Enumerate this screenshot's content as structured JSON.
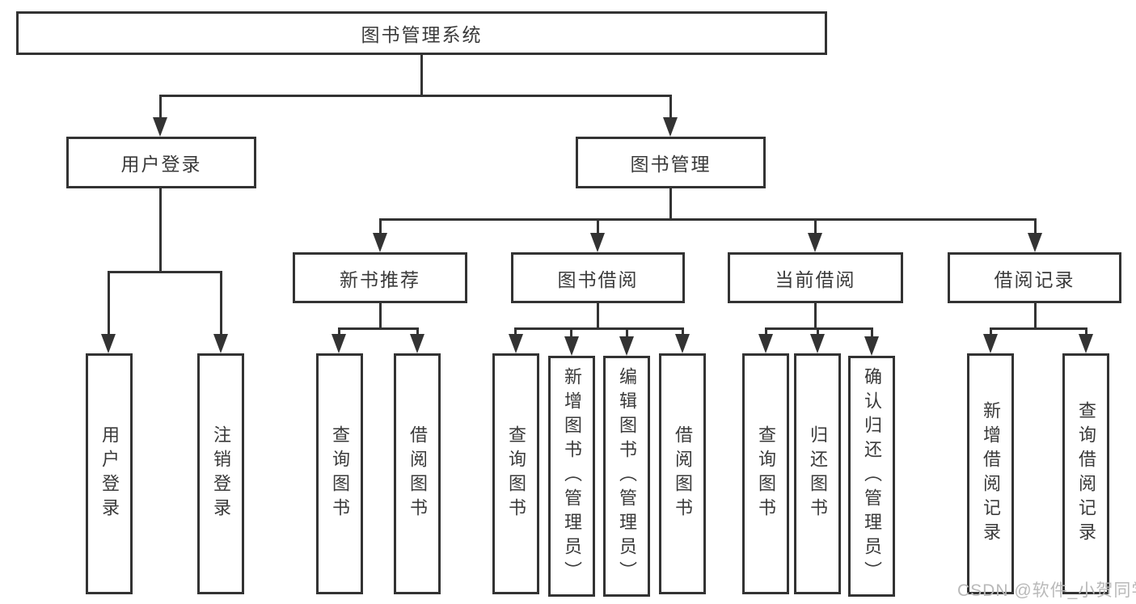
{
  "diagram": {
    "root": "图书管理系统",
    "branches": {
      "user_login": {
        "label": "用户登录",
        "children": [
          "用户登录",
          "注销登录"
        ]
      },
      "book_management": {
        "label": "图书管理",
        "sections": [
          {
            "label": "新书推荐",
            "children": [
              "查询图书",
              "借阅图书"
            ]
          },
          {
            "label": "图书借阅",
            "children": [
              "查询图书",
              "新增图书（管理员）",
              "编辑图书（管理员）",
              "借阅图书"
            ]
          },
          {
            "label": "当前借阅",
            "children": [
              "查询图书",
              "归还图书",
              "确认归还（管理员）"
            ]
          },
          {
            "label": "借阅记录",
            "children": [
              "新增借阅记录",
              "查询借阅记录"
            ]
          }
        ]
      }
    }
  },
  "watermark": {
    "text": "CSDN @软件_小贺同学"
  },
  "colors": {
    "line": "#333333",
    "box_border": "#333333",
    "text": "#3a3a3a",
    "watermark": "#b9b9b9",
    "background": "#ffffff"
  }
}
